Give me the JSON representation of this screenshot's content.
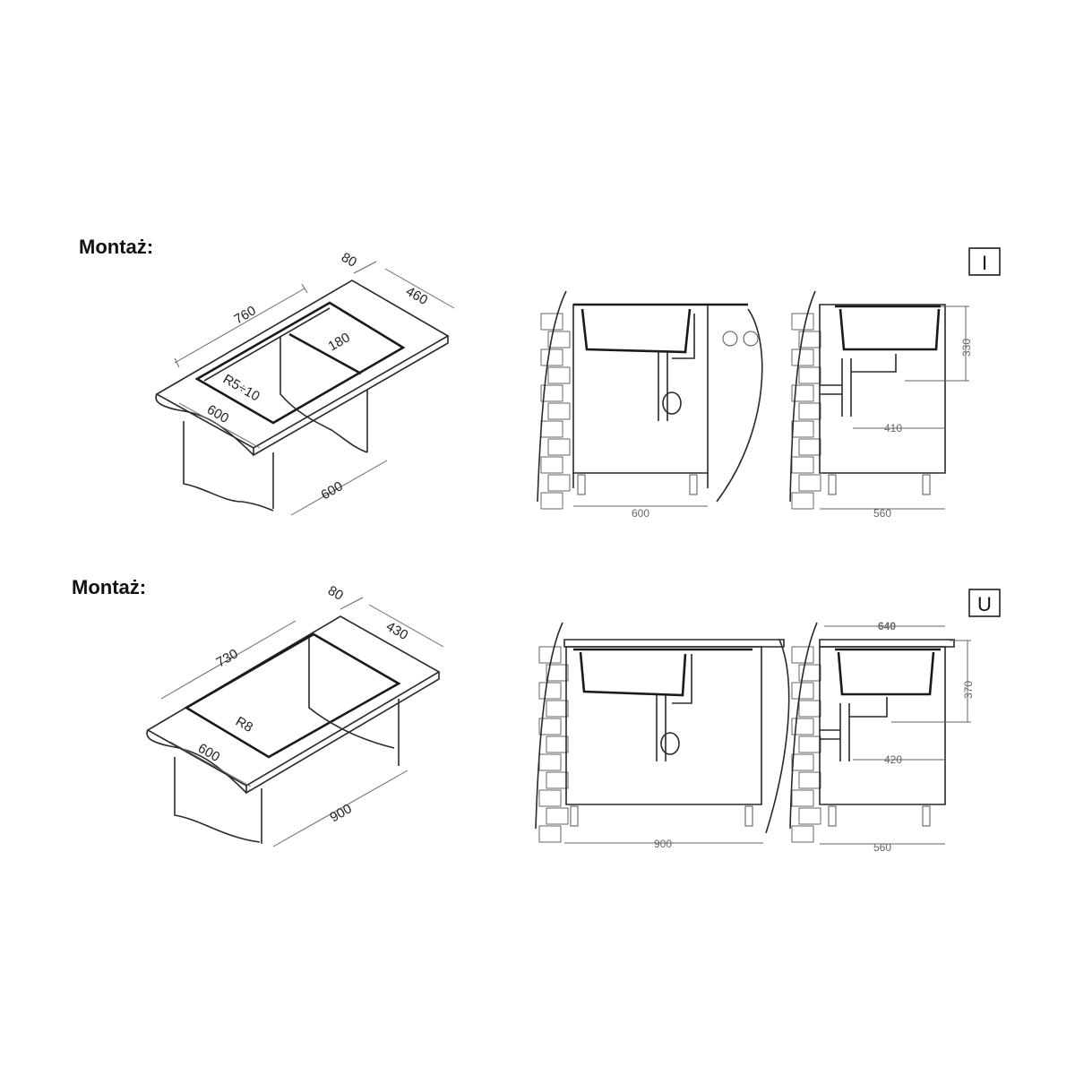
{
  "sections": [
    {
      "title": "Montaż:",
      "mount_type": "I",
      "iso_dims": {
        "depth_front": "80",
        "depth": "460",
        "length": "760",
        "divider": "180",
        "radius": "R5÷10",
        "cutout_width": "600",
        "cabinet_width": "600"
      },
      "front_view": {
        "cabinet_width": "600"
      },
      "side_view": {
        "cabinet_depth": "560",
        "drain_offset": "410",
        "height": "330"
      }
    },
    {
      "title": "Montaż:",
      "mount_type": "U",
      "iso_dims": {
        "depth_front": "80",
        "depth": "430",
        "length": "730",
        "radius": "R8",
        "cutout_width": "600",
        "cabinet_width": "900"
      },
      "front_view": {
        "cabinet_width": "900"
      },
      "side_view": {
        "cabinet_depth": "560",
        "drain_offset": "420",
        "height": "370",
        "top_width": "640"
      }
    }
  ]
}
